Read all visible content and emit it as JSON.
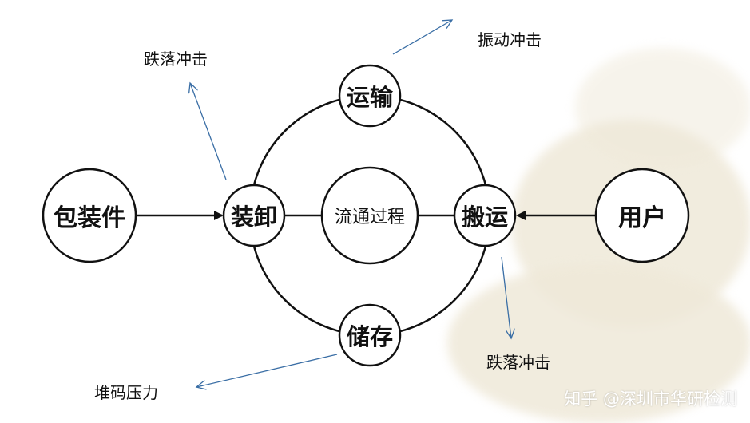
{
  "nodes": {
    "package": "包装件",
    "load_unload": "装卸",
    "transport": "运输",
    "process": "流通过程",
    "handling": "搬运",
    "storage": "储存",
    "user": "用户"
  },
  "annotations": {
    "drop_impact_top": "跌落冲击",
    "vibration_impact": "振动冲击",
    "drop_impact_bottom": "跌落冲击",
    "stacking_pressure": "堆码压力"
  },
  "watermark": "知乎 @深圳市华研检测",
  "colors": {
    "stroke": "#111111",
    "arrow_blue": "#3a6ea5",
    "background_tint": "#efe9d9"
  }
}
